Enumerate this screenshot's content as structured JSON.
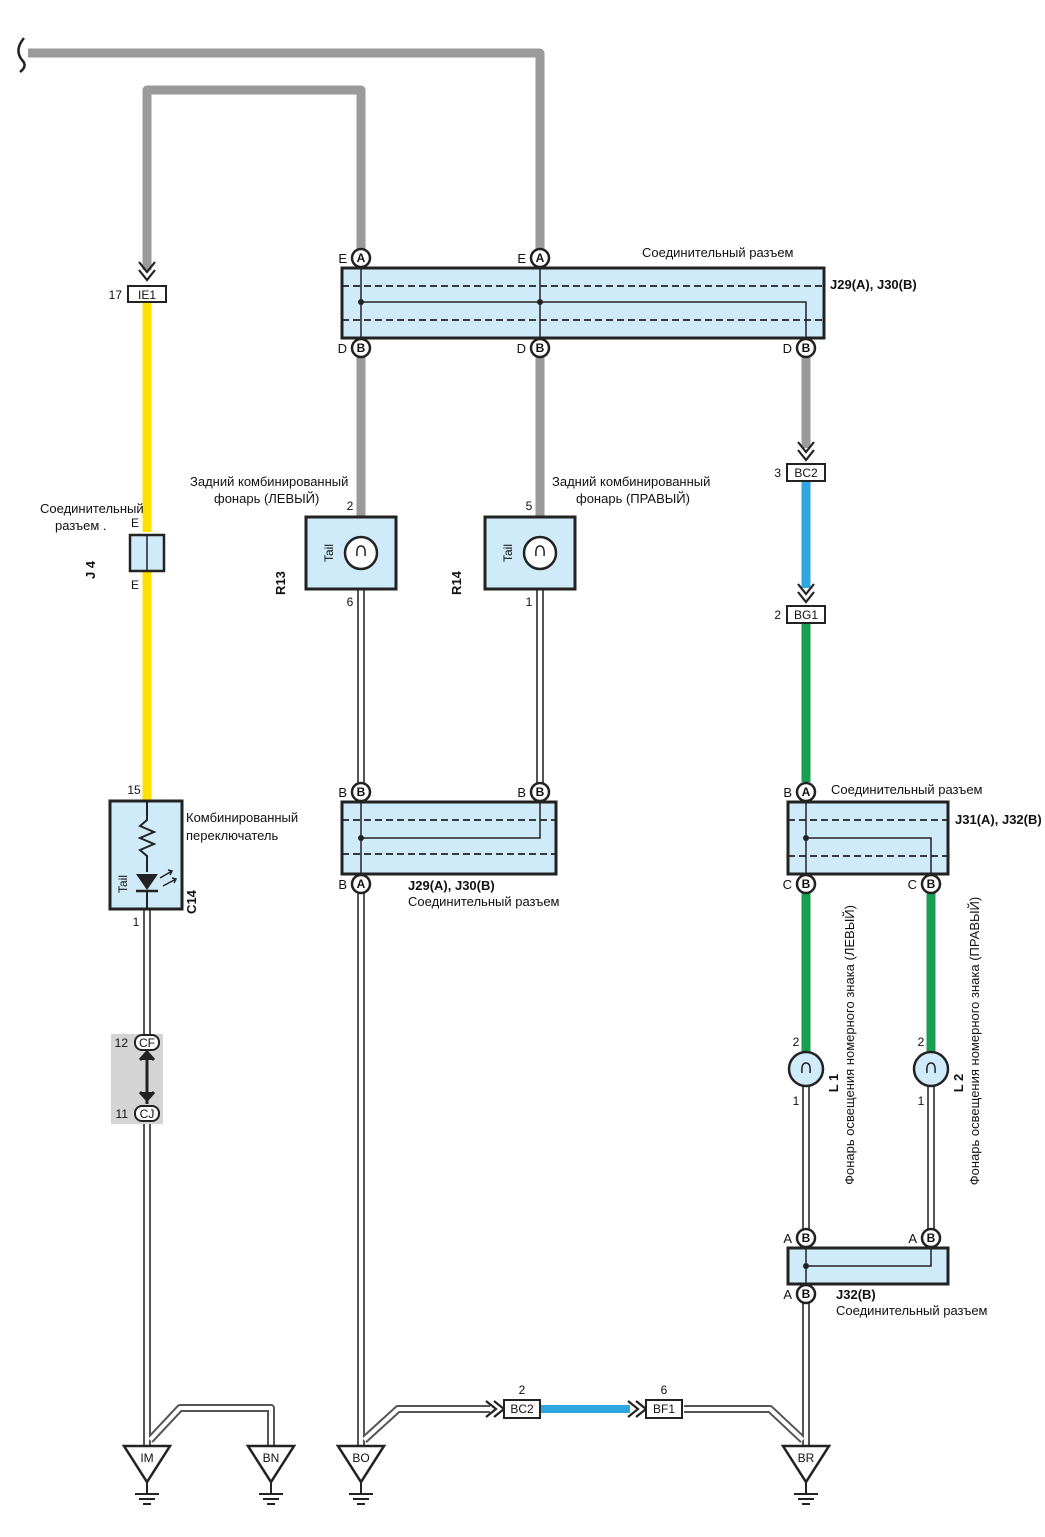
{
  "connectors": {
    "top_label": "Соединительный разъем",
    "top_ref": "J29(A), J30(B)",
    "mid_ref": "J29(A), J30(B)",
    "mid_label": "Соединительный разъем",
    "right_label": "Соединительный разъем",
    "right_ref": "J31(A), J32(B)",
    "bottom_ref": "J32(B)",
    "bottom_label": "Соединительный разъем",
    "j4_label_line1": "Соединительный",
    "j4_label_line2": "разъем .",
    "j4_ref": "J 4"
  },
  "components": {
    "r13_label_line1": "Задний комбинированный",
    "r13_label_line2": "фонарь (ЛЕВЫЙ)",
    "r13_ref": "R13",
    "r14_label_line1": "Задний комбинированный",
    "r14_label_line2": "фонарь (ПРАВЫЙ)",
    "r14_ref": "R14",
    "c14_label_line1": "Комбинированный",
    "c14_label_line2": "переключатель",
    "c14_ref": "C14",
    "tail": "Tail",
    "l1_ref": "L 1",
    "l1_label": "Фонарь освещения номерного знака (ЛЕВЫЙ)",
    "l2_ref": "L 2",
    "l2_label": "Фонарь освещения номерного знака (ПРАВЫЙ)"
  },
  "connector_boxes": {
    "ie1": "IE1",
    "bc2_top": "BC2",
    "bg1": "BG1",
    "cf": "CF",
    "cj": "CJ",
    "bc2_bottom": "BC2",
    "bf1": "BF1"
  },
  "pins": {
    "p17": "17",
    "p3": "3",
    "p2_bg1": "2",
    "p15": "15",
    "p1_c14": "1",
    "p12": "12",
    "p11": "11",
    "p2_r13": "2",
    "p6_r13": "6",
    "p5_r14": "5",
    "p1_r14": "1",
    "p2_l1": "2",
    "p1_l1": "1",
    "p2_l2": "2",
    "p1_l2": "1",
    "p2_bc2": "2",
    "p6_bf1": "6",
    "e_upper": "E",
    "e_lower": "E"
  },
  "terminals": {
    "E": "E",
    "D": "D",
    "B": "B",
    "A": "A",
    "C": "C"
  },
  "grounds": {
    "im": "IM",
    "bn": "BN",
    "bo": "BO",
    "br": "BR"
  },
  "wire_colors": {
    "gray": "#9a9a9a",
    "yellow": "#ffe000",
    "blue": "#2ea6e0",
    "green": "#18a050",
    "connector_fill": "#cfeaf8",
    "shield_fill": "#d4d4d4"
  }
}
